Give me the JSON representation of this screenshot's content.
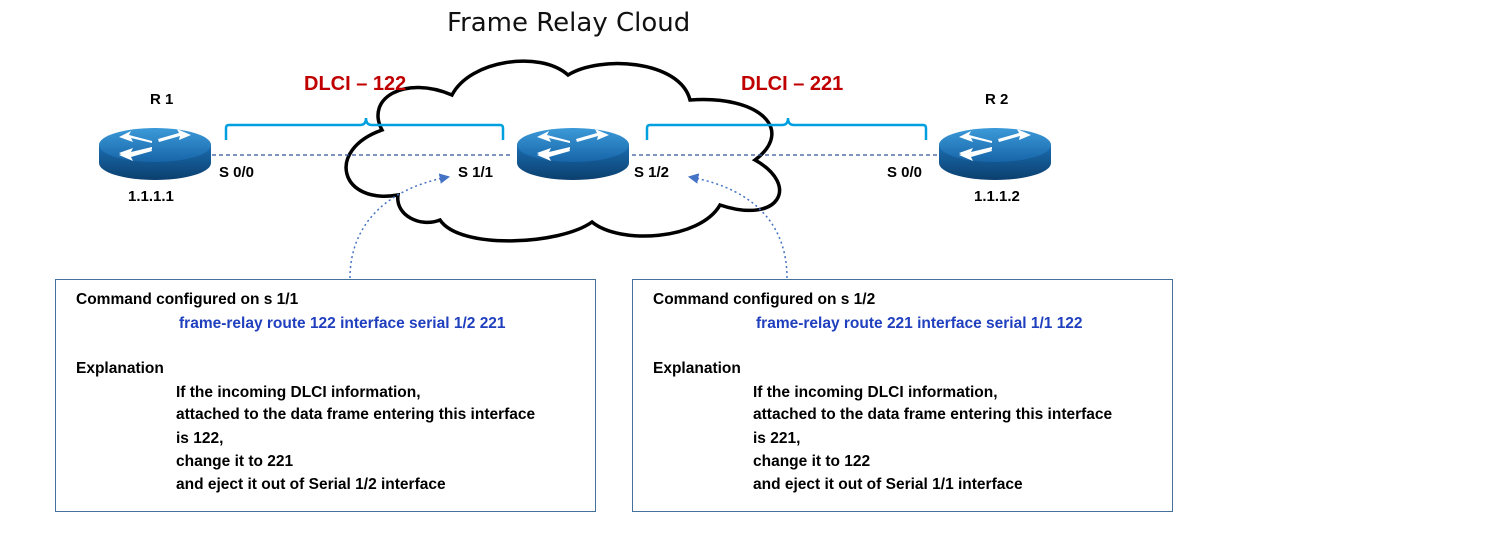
{
  "diagram": {
    "title": "Frame Relay Cloud",
    "routers": {
      "r1": {
        "name": "R 1",
        "address": "1.1.1.1",
        "interface": "S 0/0"
      },
      "r2": {
        "name": "R 2",
        "address": "1.1.1.2",
        "interface": "S 0/0"
      },
      "switch": {
        "left_interface": "S 1/1",
        "right_interface": "S 1/2"
      }
    },
    "links": [
      {
        "dlci_label": "DLCI – 122"
      },
      {
        "dlci_label": "DLCI – 221"
      }
    ],
    "boxes": [
      {
        "heading": "Command configured on s 1/1",
        "command": "frame-relay route 122 interface serial 1/2 221",
        "explanation_title": "Explanation",
        "lines": [
          "If the incoming  DLCI information,",
          "attached to the data frame entering this interface",
          "is 122,",
          "change it to 221",
          "and eject it out of Serial 1/2 interface"
        ]
      },
      {
        "heading": "Command configured on s 1/2",
        "command": "frame-relay route 221 interface serial 1/1 122",
        "explanation_title": "Explanation",
        "lines": [
          "If the incoming  DLCI information,",
          "attached to the data frame entering this interface",
          "is 221,",
          "change it to 122",
          "and eject it out of Serial 1/1 interface"
        ]
      }
    ],
    "colors": {
      "dlci_label": "#c00000",
      "command_text": "#1f3fbf",
      "bracket": "#00a0e0",
      "link_dashed": "#2e5597",
      "router_blue": "#1a75bc"
    }
  }
}
